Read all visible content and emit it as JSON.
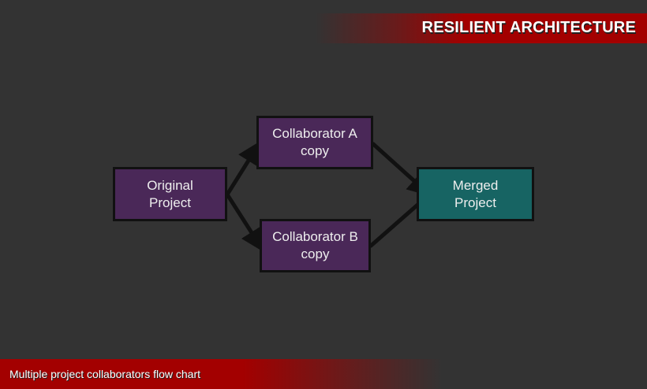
{
  "header": {
    "title": "RESILIENT ARCHITECTURE"
  },
  "footer": {
    "caption": "Multiple project collaborators flow chart"
  },
  "diagram": {
    "nodes": {
      "original": {
        "line1": "Original",
        "line2": "Project"
      },
      "collab_a": {
        "line1": "Collaborator A",
        "line2": "copy"
      },
      "collab_b": {
        "line1": "Collaborator B",
        "line2": "copy"
      },
      "merged": {
        "line1": "Merged",
        "line2": "Project"
      }
    },
    "edges": [
      {
        "from": "original",
        "to": "collab_a"
      },
      {
        "from": "original",
        "to": "collab_b"
      },
      {
        "from": "collab_a",
        "to": "merged"
      },
      {
        "from": "collab_b",
        "to": "merged"
      }
    ]
  },
  "colors": {
    "background": "#333333",
    "accent": "#a30000",
    "node_purple": "#4a2858",
    "node_teal": "#176463"
  }
}
